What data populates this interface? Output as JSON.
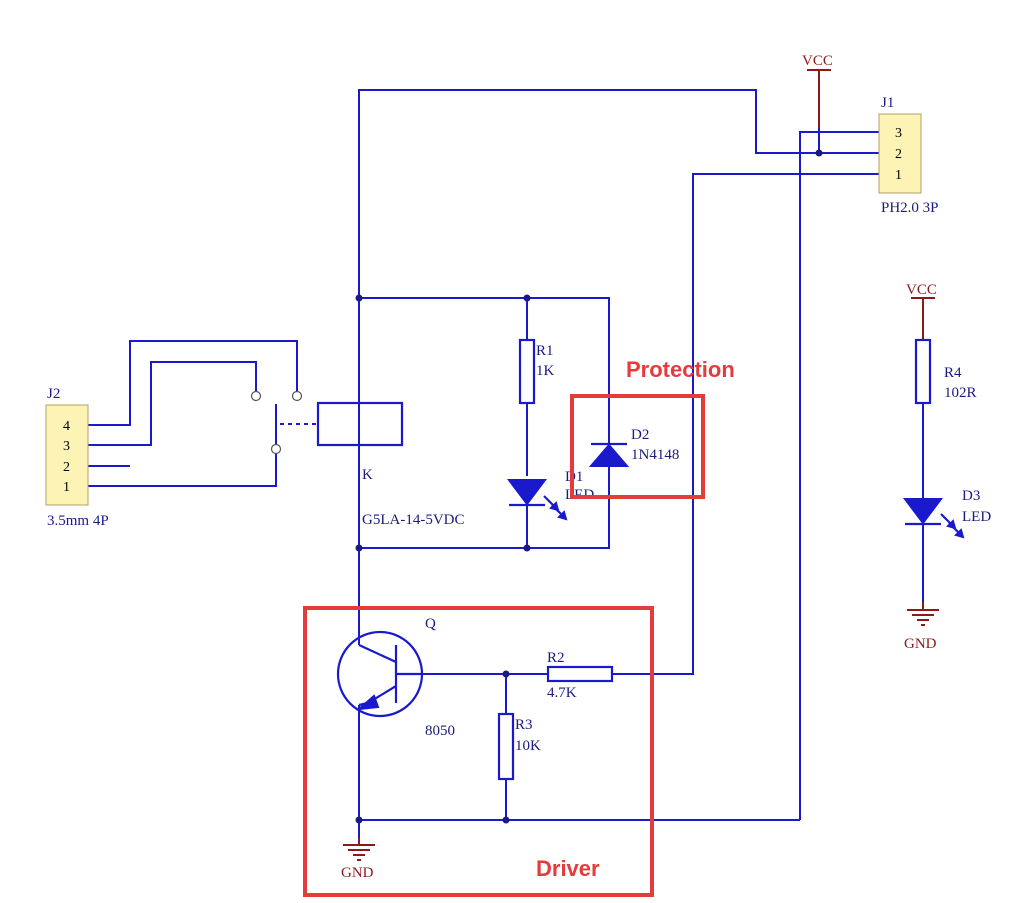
{
  "power": {
    "vcc_top": "VCC",
    "vcc_right": "VCC",
    "gnd_main": "GND",
    "gnd_right": "GND"
  },
  "connectors": {
    "j1": {
      "ref": "J1",
      "value": "PH2.0 3P",
      "pins": [
        "3",
        "2",
        "1"
      ]
    },
    "j2": {
      "ref": "J2",
      "value": "3.5mm 4P",
      "pins": [
        "4",
        "3",
        "2",
        "1"
      ]
    }
  },
  "relay": {
    "ref": "K",
    "value": "G5LA-14-5VDC"
  },
  "resistors": {
    "r1": {
      "ref": "R1",
      "value": "1K"
    },
    "r2": {
      "ref": "R2",
      "value": "4.7K"
    },
    "r3": {
      "ref": "R3",
      "value": "10K"
    },
    "r4": {
      "ref": "R4",
      "value": "102R"
    }
  },
  "diodes": {
    "d1": {
      "ref": "D1",
      "value": "LED"
    },
    "d2": {
      "ref": "D2",
      "value": "1N4148"
    },
    "d3": {
      "ref": "D3",
      "value": "LED"
    }
  },
  "transistor": {
    "ref": "Q",
    "value": "8050"
  },
  "highlights": {
    "protection": "Protection",
    "driver": "Driver"
  },
  "colors": {
    "wire": "#1a1acc",
    "power": "#8b1a1a",
    "highlight": "#e53b3b",
    "connector_fill": "#fdf3b5"
  }
}
